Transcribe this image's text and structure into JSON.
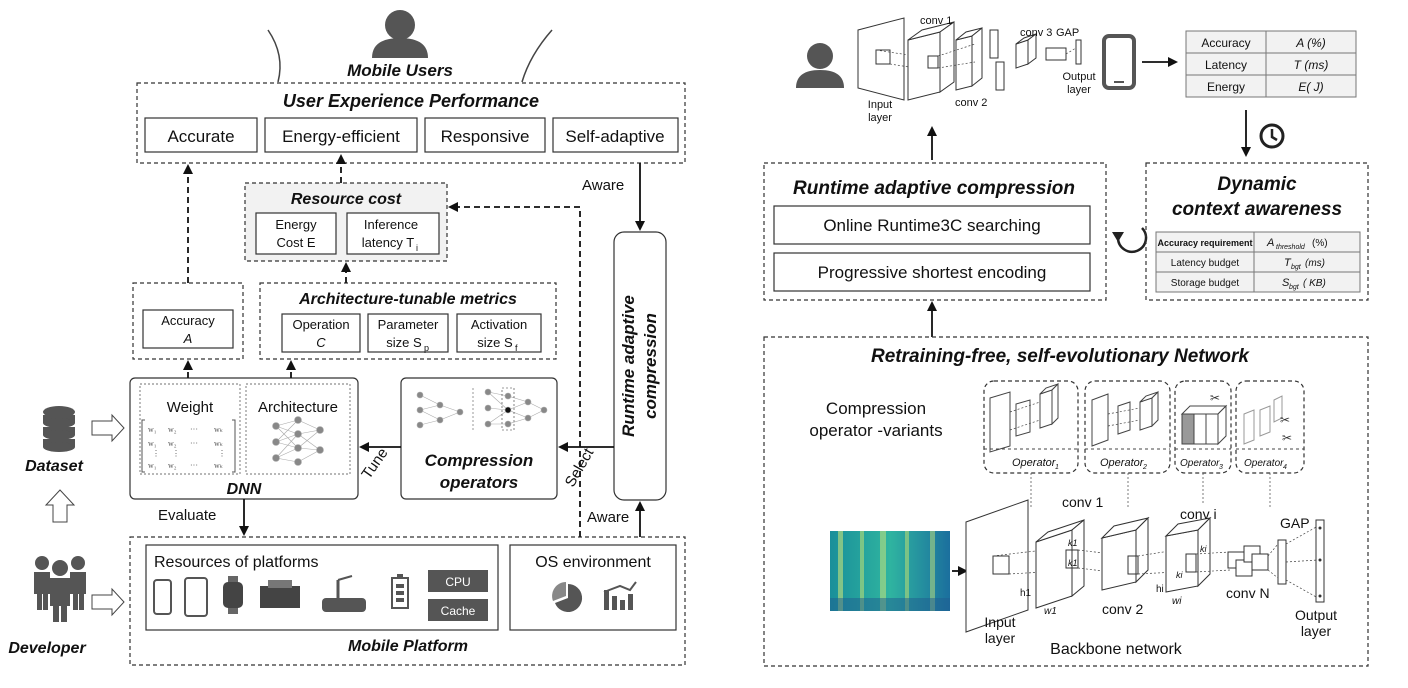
{
  "left": {
    "mobile_users": "Mobile Users",
    "uxp_title": "User Experience Performance",
    "uxp_items": [
      "Accurate",
      "Energy-efficient",
      "Responsive",
      "Self-adaptive"
    ],
    "aware_top": "Aware",
    "resource_cost_title": "Resource cost",
    "energy_cost_l1": "Energy",
    "energy_cost_l2": "Cost E",
    "inference_l1": "Inference",
    "inference_l2": "latency T",
    "inference_sub": "i",
    "arch_metrics_title": "Architecture-tunable metrics",
    "operation_l1": "Operation",
    "operation_l2": "C",
    "param_l1": "Parameter",
    "param_l2": "size S",
    "param_sub": "p",
    "activation_l1": "Activation",
    "activation_l2": "size S",
    "activation_sub": "f",
    "accuracy_l1": "Accuracy",
    "accuracy_l2": "A",
    "runtime_l1": "Runtime adaptive",
    "runtime_l2": "compression",
    "weight": "Weight",
    "architecture": "Architecture",
    "dnn": "DNN",
    "tune": "Tune",
    "compression_l1": "Compression",
    "compression_l2": "operators",
    "select": "Select",
    "dataset": "Dataset",
    "evaluate": "Evaluate",
    "aware_bottom": "Aware",
    "resources_title": "Resources of platforms",
    "cpu": "CPU",
    "cache": "Cache",
    "os_env": "OS environment",
    "developer": "Developer",
    "mobile_platform": "Mobile Platform"
  },
  "right": {
    "conv1": "conv 1",
    "conv2": "conv 2",
    "conv3": "conv 3",
    "gap": "GAP",
    "input_layer_l1": "Input",
    "input_layer_l2": "layer",
    "output_layer_l1": "Output",
    "output_layer_l2": "layer",
    "metrics_table": [
      {
        "name": "Accuracy",
        "value": "A (%)"
      },
      {
        "name": "Latency",
        "value": "T (ms)"
      },
      {
        "name": "Energy",
        "value": "E( J)"
      }
    ],
    "runtime_title": "Runtime adaptive compression",
    "online_search": "Online  Runtime3C searching",
    "progressive": "Progressive shortest encoding",
    "dynamic_l1": "Dynamic",
    "dynamic_l2": "context awareness",
    "requirements_table": [
      {
        "name": "Accuracy requirement",
        "value": "A",
        "sub": "threshold",
        "unit": " (%)"
      },
      {
        "name": "Latency budget",
        "value": "T",
        "sub": "bgt",
        "unit": "(ms)"
      },
      {
        "name": "Storage budget",
        "value": "S",
        "sub": "bgt",
        "unit": "( KB)"
      }
    ],
    "network_title": "Retraining-free, self-evolutionary Network",
    "operator_variants_l1": "Compression",
    "operator_variants_l2": "operator -variants",
    "operators": [
      {
        "base": "Operator",
        "sub": "1"
      },
      {
        "base": "Operator",
        "sub": "2"
      },
      {
        "base": "Operator",
        "sub": "3"
      },
      {
        "base": "Operator",
        "sub": "4"
      }
    ],
    "bb_conv1": "conv 1",
    "bb_convi": "conv i",
    "bb_conv2": "conv 2",
    "bb_convN": "conv N",
    "bb_gap": "GAP",
    "bb_input_l1": "Input",
    "bb_input_l2": "layer",
    "bb_output_l1": "Output",
    "bb_output_l2": "layer",
    "backbone": "Backbone network",
    "dim_labels": {
      "k1": "k1",
      "h1": "h1",
      "w1": "w1",
      "wi": "wi",
      "hi": "hi",
      "ki": "ki"
    }
  }
}
